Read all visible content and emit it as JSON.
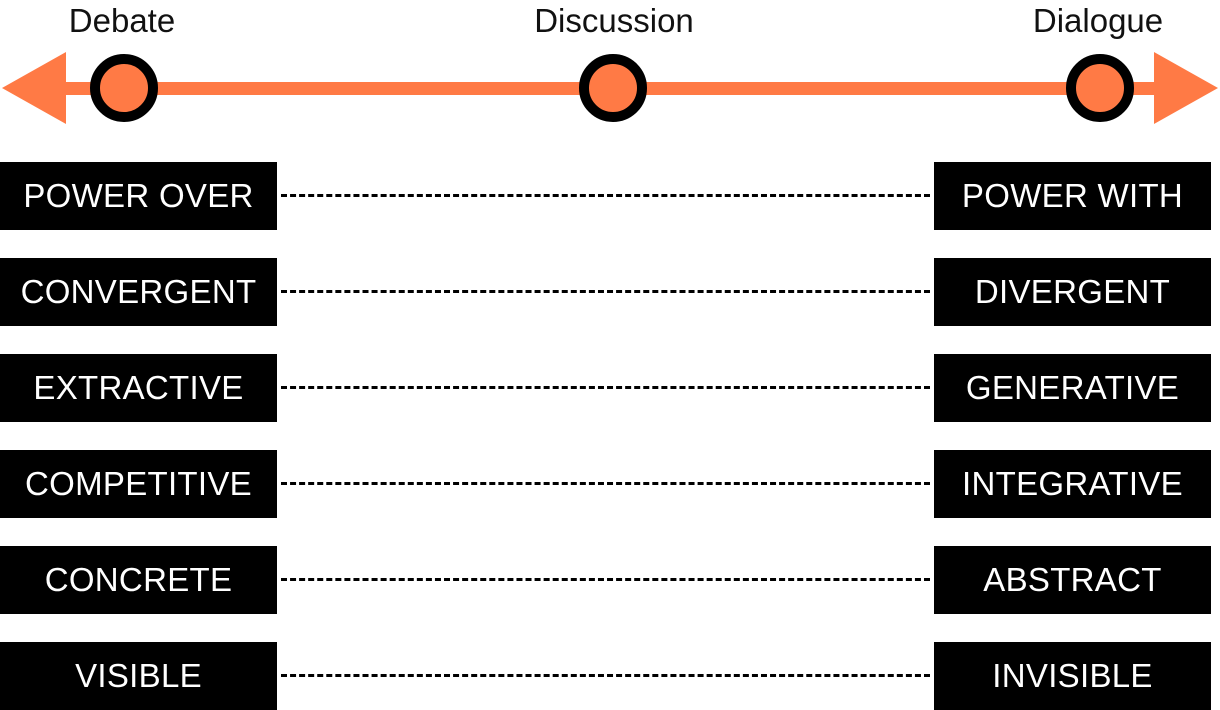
{
  "colors": {
    "accent": "#ff7a45",
    "ring": "#000000",
    "box": "#000000",
    "box_text": "#ffffff"
  },
  "spectrum": {
    "points": [
      {
        "label": "Debate"
      },
      {
        "label": "Discussion"
      },
      {
        "label": "Dialogue"
      }
    ]
  },
  "pairs": [
    {
      "left": "POWER OVER",
      "right": "POWER WITH"
    },
    {
      "left": "CONVERGENT",
      "right": "DIVERGENT"
    },
    {
      "left": "EXTRACTIVE",
      "right": "GENERATIVE"
    },
    {
      "left": "COMPETITIVE",
      "right": "INTEGRATIVE"
    },
    {
      "left": "CONCRETE",
      "right": "ABSTRACT"
    },
    {
      "left": "VISIBLE",
      "right": "INVISIBLE"
    }
  ]
}
